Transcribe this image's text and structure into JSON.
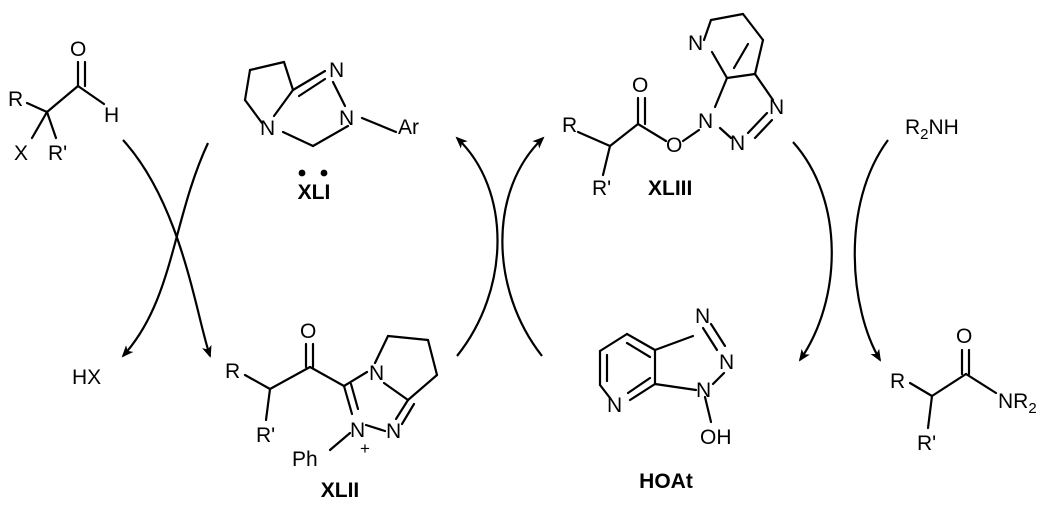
{
  "compounds": {
    "aldehyde": {
      "R": "R",
      "X": "X",
      "Rp": "R'",
      "O": "O",
      "H": "H"
    },
    "xli": {
      "label": "XLI",
      "N_top": "N",
      "N_left": "N",
      "N_right": "N",
      "Ar": "Ar"
    },
    "xliii": {
      "label": "XLIII",
      "R": "R",
      "Rp": "R'",
      "O_carbonyl": "O",
      "O_ester": "O",
      "N_pyr": "N",
      "N1": "N",
      "N2": "N",
      "N3": "N"
    },
    "amine": {
      "text": "R",
      "sub": "2",
      "tail": "NH"
    },
    "hx": {
      "text": "HX"
    },
    "xlii": {
      "label": "XLII",
      "R": "R",
      "Rp": "R'",
      "O": "O",
      "N_ring": "N",
      "N_plus": "N",
      "N_low": "N",
      "Ph": "Ph",
      "plus": "+"
    },
    "hoat": {
      "label": "HOAt",
      "N_top": "N",
      "N_mid": "N",
      "N_bot": "N",
      "N_pyr": "N",
      "OH": "OH"
    },
    "amide": {
      "R": "R",
      "Rp": "R'",
      "O": "O",
      "N": "NR",
      "sub": "2"
    }
  },
  "arrow_color": "#000000",
  "text_color": "#000000"
}
